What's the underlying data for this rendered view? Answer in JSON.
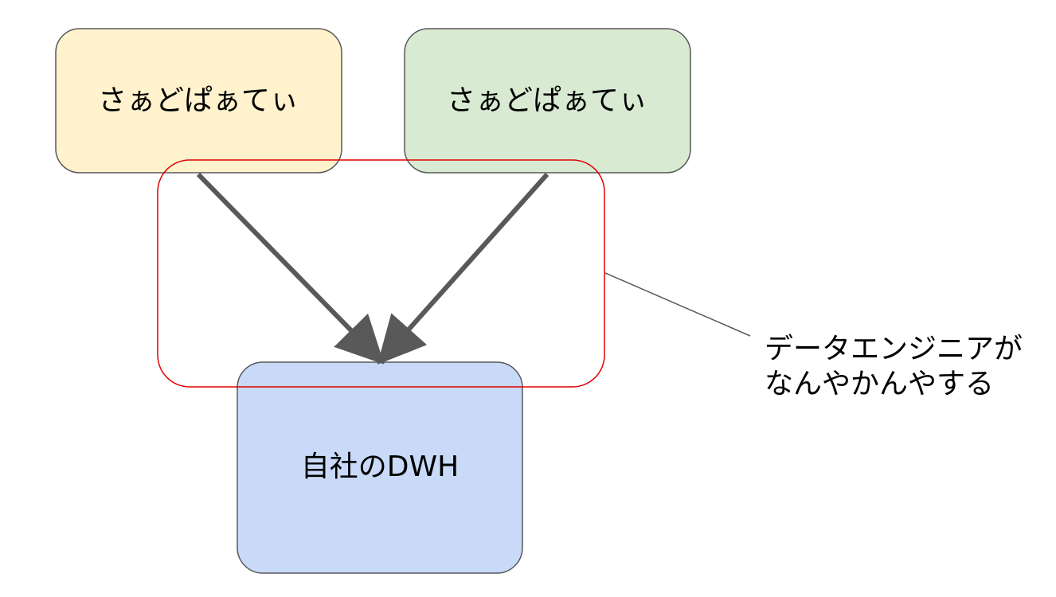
{
  "diagram": {
    "nodes": {
      "source_1": {
        "label": "さぁどぱぁてぃ",
        "fill": "#FFF2CC",
        "stroke": "#595959"
      },
      "source_2": {
        "label": "さぁどぱぁてぃ",
        "fill": "#D9EAD3",
        "stroke": "#595959"
      },
      "dwh": {
        "label": "自社のDWH",
        "fill": "#C9DAF8",
        "stroke": "#595959"
      }
    },
    "edges": [
      {
        "from": "source_1",
        "to": "dwh"
      },
      {
        "from": "source_2",
        "to": "dwh"
      }
    ],
    "edge_color": "#595959",
    "highlight": {
      "stroke": "#E00000"
    },
    "callout": {
      "line1": "データエンジニアが",
      "line2": "なんやかんやする",
      "line_color": "#595959"
    }
  }
}
